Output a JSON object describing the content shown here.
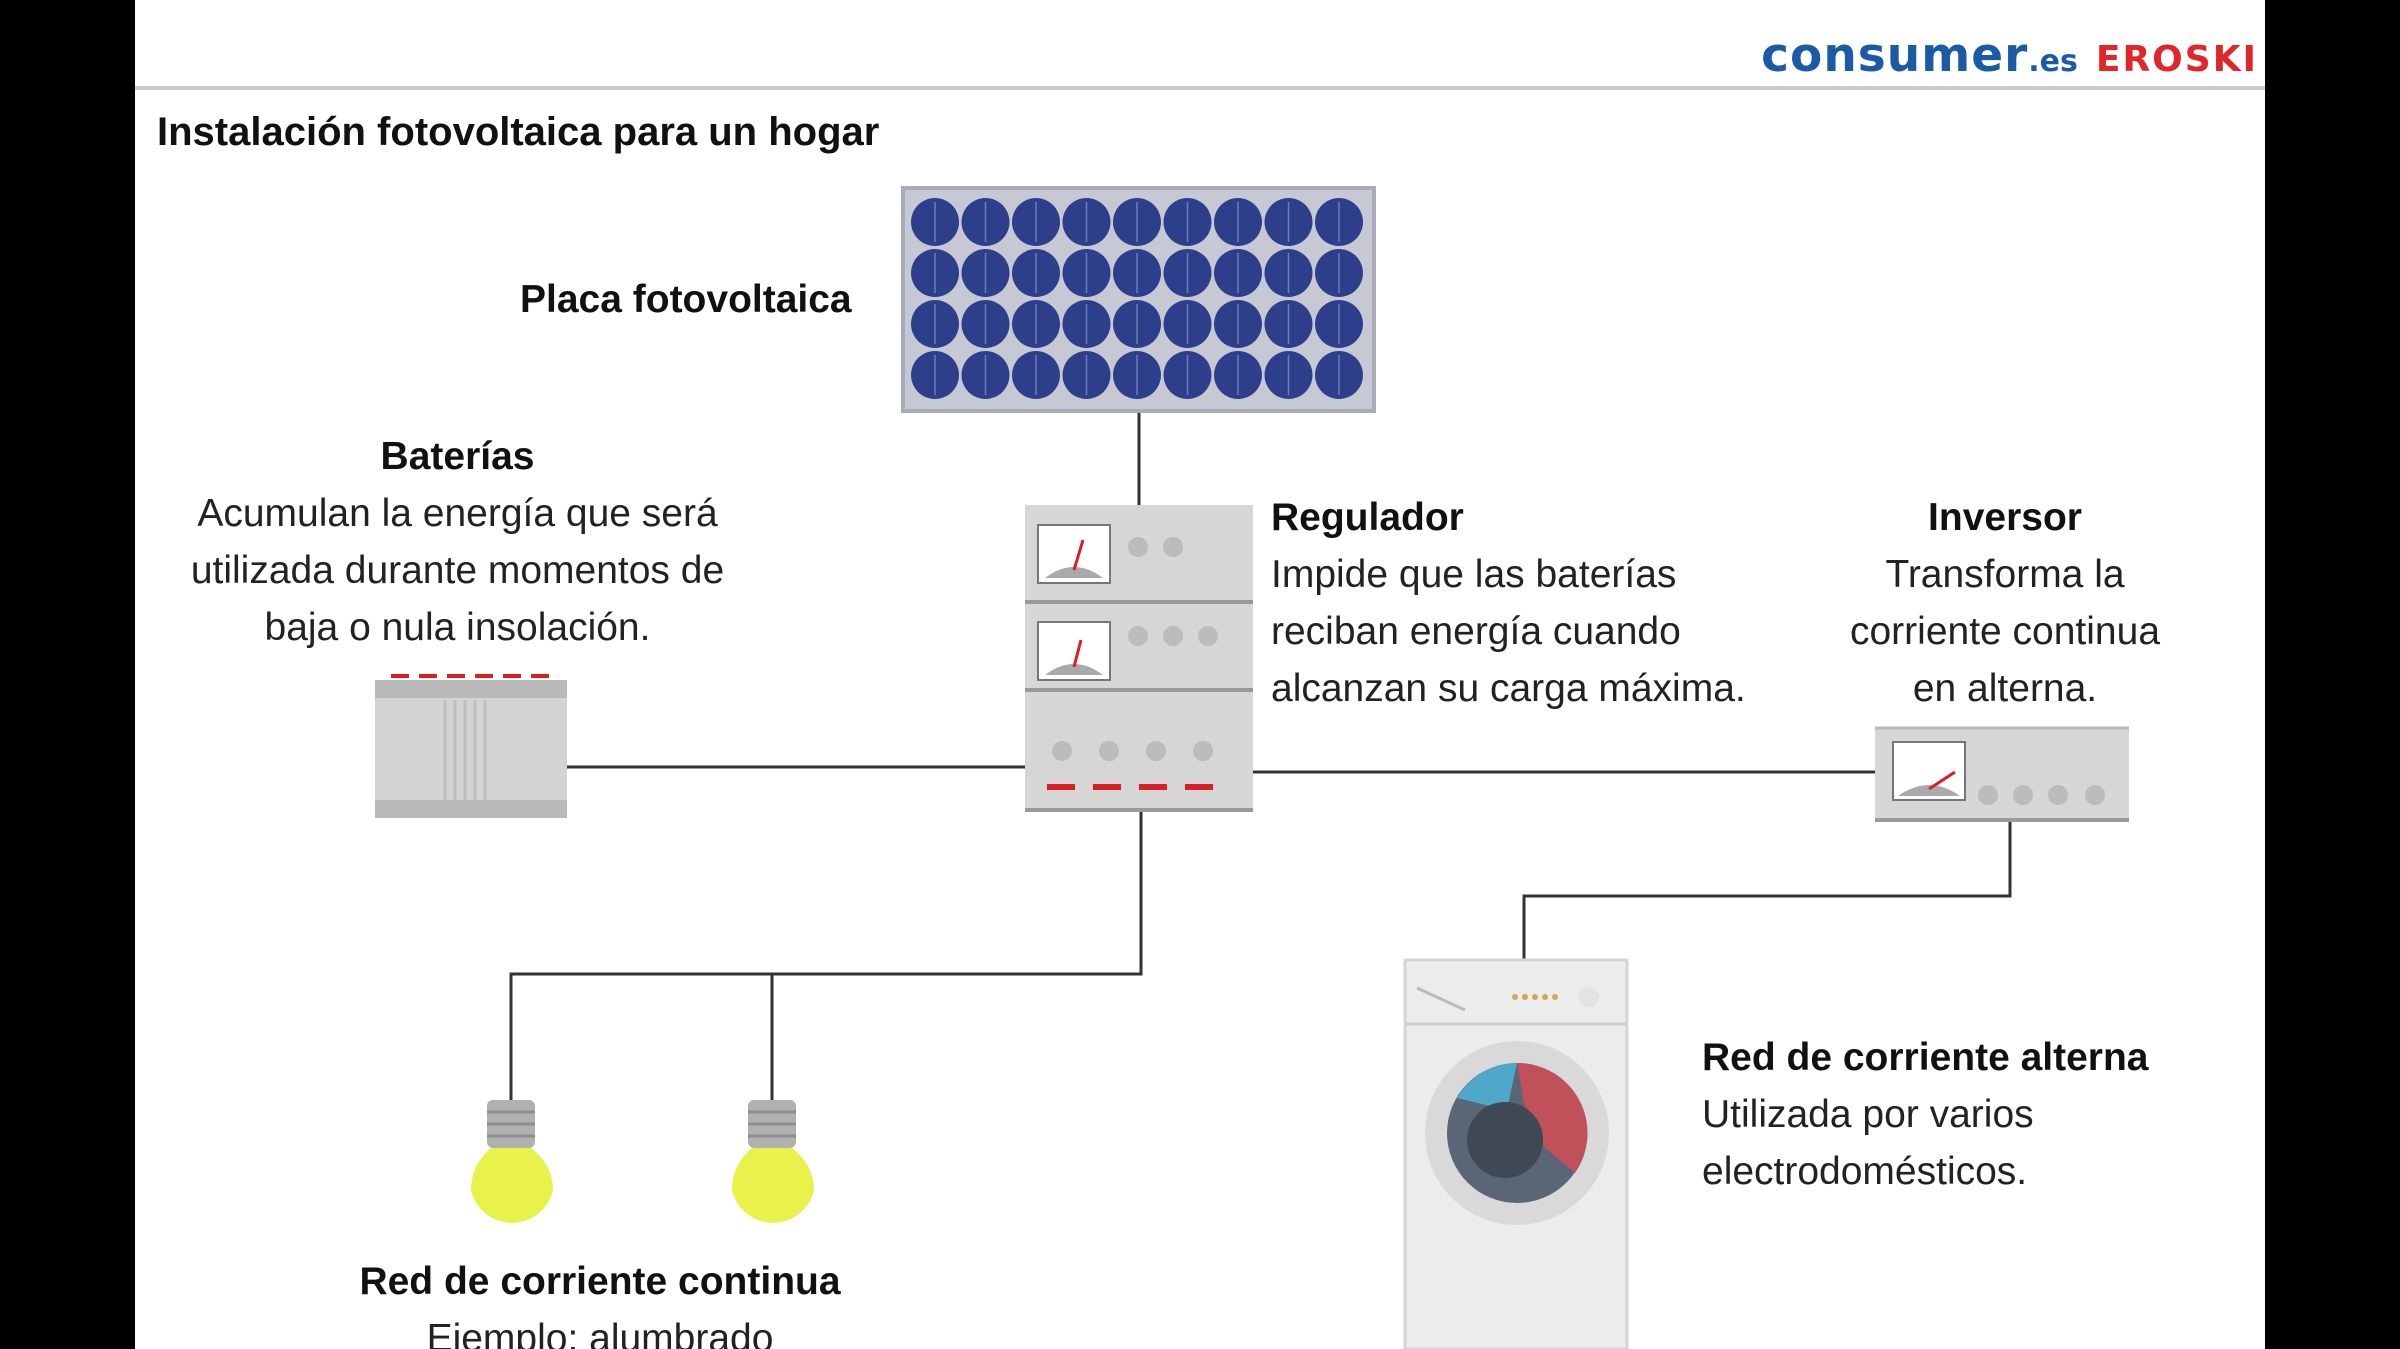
{
  "brand": {
    "consumer": "consumer",
    "es": ".es",
    "eroski": "EROSKI"
  },
  "title": "Instalación fotovoltaica para un hogar",
  "panel": {
    "heading": "Placa fotovoltaica"
  },
  "batteries": {
    "heading": "Baterías",
    "lines": [
      "Acumulan la energía que será",
      "utilizada durante momentos de",
      "baja o nula insolación."
    ]
  },
  "regulator": {
    "heading": "Regulador",
    "lines": [
      "Impide que las baterías",
      "reciban energía cuando",
      "alcanzan su carga máxima."
    ]
  },
  "inverter": {
    "heading": "Inversor",
    "lines": [
      "Transforma la",
      "corriente continua",
      "en alterna."
    ]
  },
  "ac_network": {
    "heading": "Red de corriente alterna",
    "lines": [
      "Utilizada por varios",
      "electrodomésticos."
    ]
  },
  "dc_network": {
    "heading": "Red de corriente continua",
    "lines": [
      "Ejemplo: alumbrado"
    ]
  },
  "colors": {
    "brand_blue": "#1a5aa6",
    "brand_red": "#e0262b",
    "panel_cell": "#2d3f8a",
    "bulb": "#e8f24a",
    "device_grey": "#d6d6d6",
    "accent_red": "#d91f26"
  }
}
